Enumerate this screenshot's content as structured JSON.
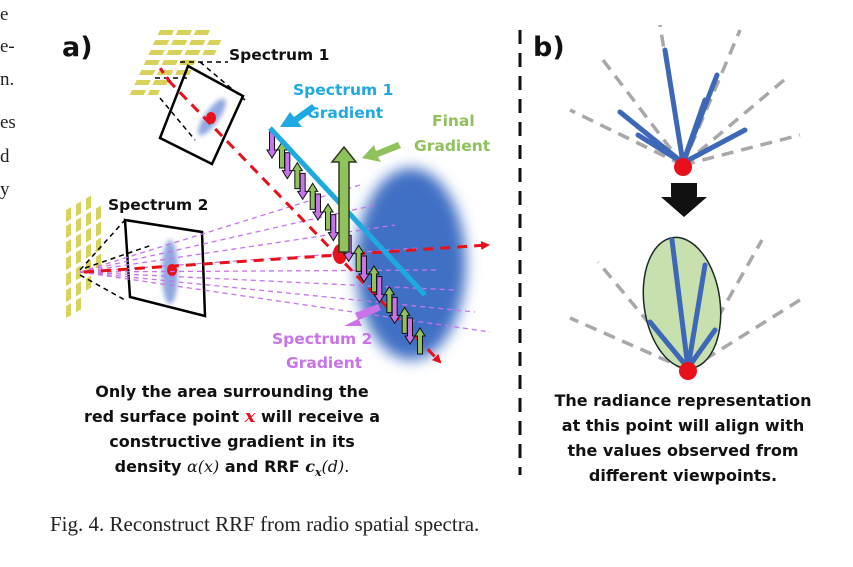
{
  "side_text": [
    "e",
    "e-",
    "n.",
    "es",
    "d",
    "y"
  ],
  "panel_a": {
    "label": "a)",
    "spectrum1_label": "Spectrum 1",
    "spectrum2_label": "Spectrum 2",
    "spectrum1_gradient": [
      "Spectrum 1",
      "Gradient"
    ],
    "spectrum2_gradient": [
      "Spectrum 2",
      "Gradient"
    ],
    "final_gradient": [
      "Final",
      "Gradient"
    ],
    "note": {
      "line1": "Only the area surrounding the",
      "line2_pre": "red surface point ",
      "line2_var": "x",
      "line2_post": " will receive a",
      "line3": "constructive gradient in its",
      "line4_pre": "density ",
      "line4_math": "α(x)",
      "line4_mid": " and RRF ",
      "line4_math2": "c",
      "line4_sub": "x",
      "line4_math3": "(d)",
      "line4_end": "."
    }
  },
  "panel_b": {
    "label": "b)",
    "note": [
      "The radiance representation",
      "at this point will align with",
      "the values observed from",
      "different viewpoints."
    ]
  },
  "caption": "Fig. 4.  Reconstruct RRF from radio spatial spectra.",
  "colors": {
    "red": "#e8101b",
    "blue_object": "#3f6fc4",
    "cyan": "#1fa9e1",
    "green": "#8fc25a",
    "purple": "#c873ea",
    "yellow": "#d8d25a",
    "grey_dash": "#a8a8a8",
    "ray_blue": "#3d68b8"
  }
}
